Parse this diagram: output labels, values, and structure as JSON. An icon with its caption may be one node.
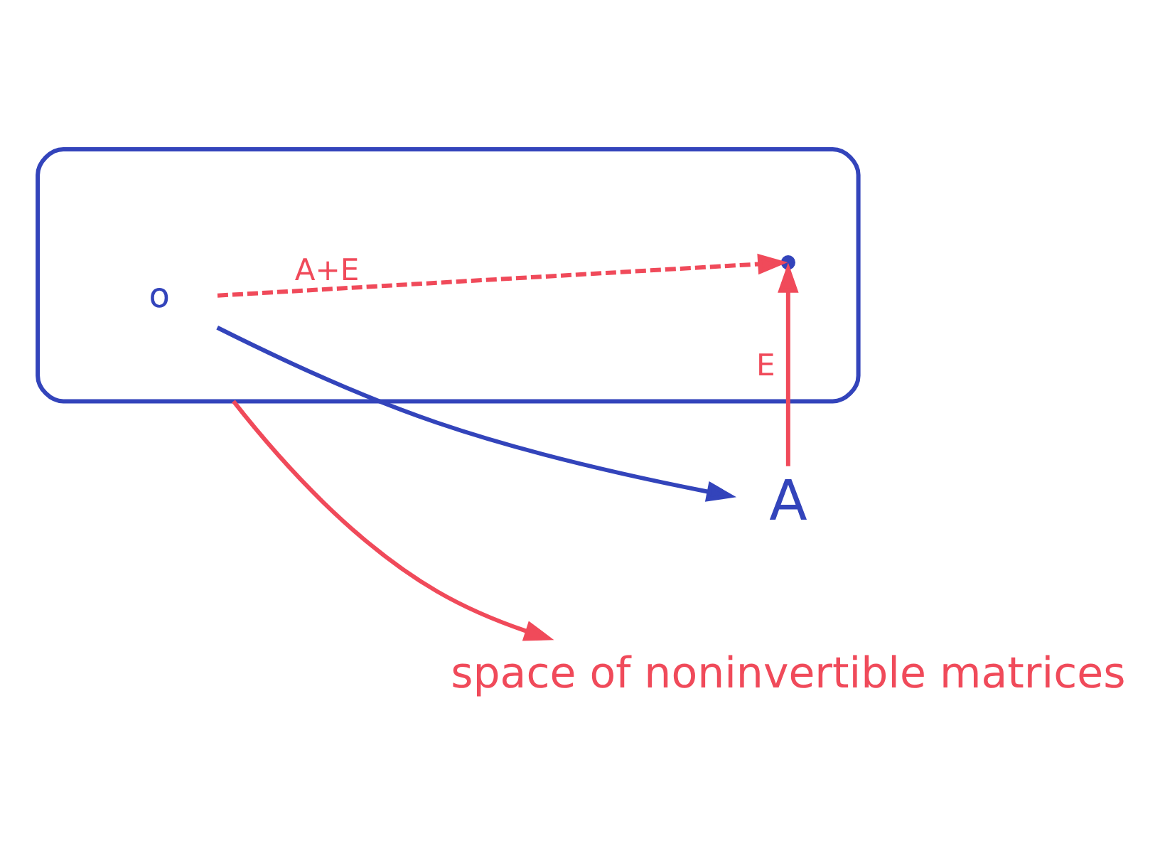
{
  "diagram": {
    "nodes": [
      {
        "text": [],
        "shape": "cloud"
      },
      {
        "text": [
          "o"
        ],
        "in": 0
      },
      {
        "text": [
          "A"
        ]
      },
      {
        "text": [],
        "shape": "point",
        "in": 0
      },
      {
        "text": [
          "space of noninvertible matrices"
        ]
      }
    ],
    "edges": [
      {
        "from": 1,
        "to": 2,
        "arrow": "to",
        "color": "#3344bb"
      },
      {
        "from": 2,
        "to": 3,
        "arrow": "to",
        "label": "E",
        "color": "#f04a5a"
      },
      {
        "from": 1,
        "to": 3,
        "arrow": "to",
        "label": "A+E",
        "style": "dashed",
        "color": "#f04a5a"
      },
      {
        "from": 0,
        "to": 4,
        "arrow": "to",
        "color": "#f04a5a"
      }
    ]
  }
}
